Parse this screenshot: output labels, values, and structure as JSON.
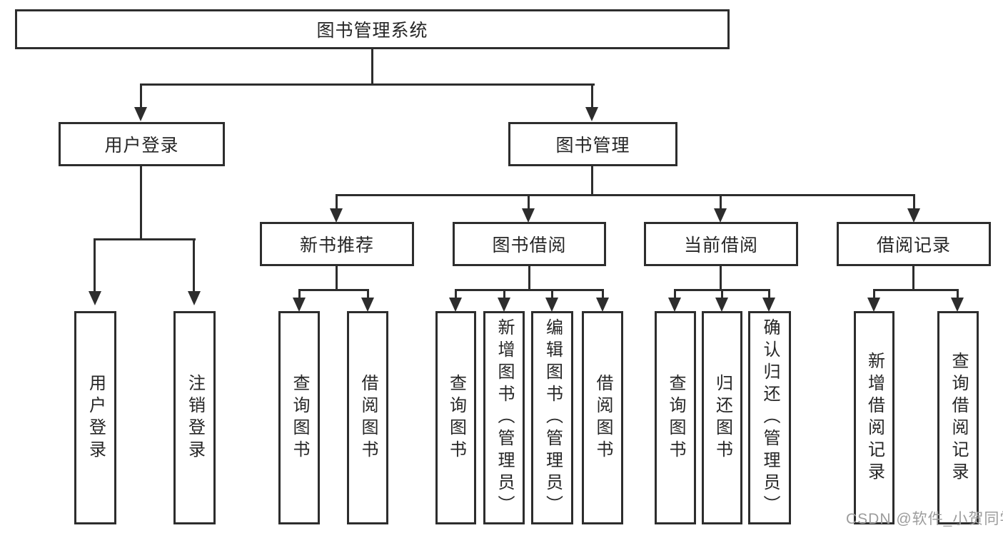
{
  "tree": {
    "root": "图书管理系统",
    "branches": [
      {
        "label": "用户登录",
        "children": [
          "用户登录",
          "注销登录"
        ]
      },
      {
        "label": "图书管理",
        "sections": [
          {
            "label": "新书推荐",
            "children": [
              "查询图书",
              "借阅图书"
            ]
          },
          {
            "label": "图书借阅",
            "children": [
              "查询图书",
              "新增图书（管理员）",
              "编辑图书（管理员）",
              "借阅图书"
            ]
          },
          {
            "label": "当前借阅",
            "children": [
              "查询图书",
              "归还图书",
              "确认归还（管理员）"
            ]
          },
          {
            "label": "借阅记录",
            "children": [
              "新增借阅记录",
              "查询借阅记录"
            ]
          }
        ]
      }
    ]
  },
  "watermark": {
    "text": "CSDN @软件_小贺同学"
  },
  "colors": {
    "line": "#2d2d2d",
    "text": "#262626",
    "watermark": "#9c9c9c",
    "background": "#ffffff"
  }
}
